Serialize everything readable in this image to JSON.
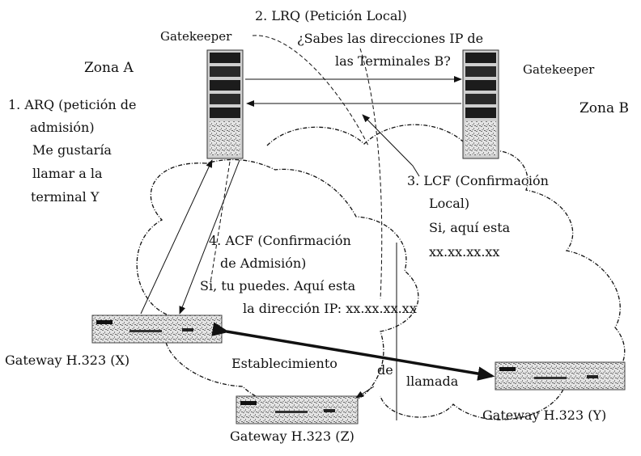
{
  "zones": {
    "zone_a": "Zona A",
    "zone_b": "Zona B"
  },
  "nodes": {
    "gatekeeper_a": "Gatekeeper",
    "gatekeeper_b": "Gatekeeper",
    "gateway_x": "Gateway H.323 (X)",
    "gateway_y": "Gateway H.323 (Y)",
    "gateway_z": "Gateway H.323 (Z)"
  },
  "steps": {
    "arq": [
      "1. ARQ (petición de",
      "admisión)",
      "Me gustaría",
      "llamar a la",
      "terminal Y"
    ],
    "lrq": [
      "2. LRQ (Petición Local)",
      "¿Sabes las direcciones IP de",
      "las Terminales B?"
    ],
    "lcf": [
      "3. LCF (Confirmación",
      "Local)",
      "Si, aquí esta",
      "xx.xx.xx.xx"
    ],
    "acf": [
      "4. ACF (Confirmación",
      "de Admisión)",
      "Si, tu puedes. Aquí esta",
      "la dirección IP: xx.xx.xx.xx"
    ]
  },
  "call_setup": {
    "word1": "Establecimiento",
    "word2": "de",
    "word3": "llamada"
  },
  "colors": {
    "line": "#111111",
    "server_dark": "#1c1c1c",
    "server_light": "#d9d9d9",
    "gateway_fill": "#e6e6e6"
  }
}
